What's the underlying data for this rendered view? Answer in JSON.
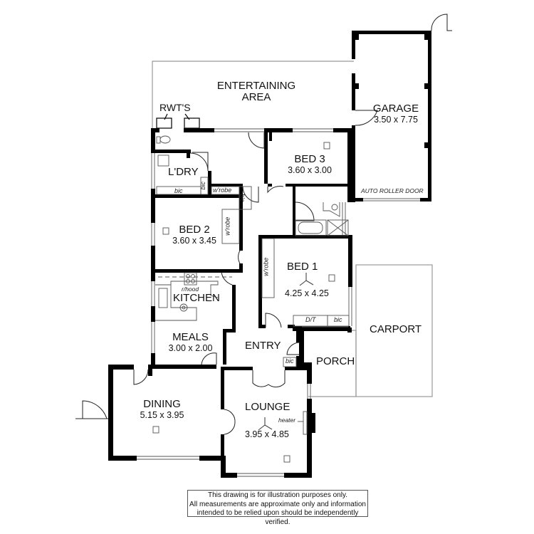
{
  "rooms": {
    "entertaining": {
      "name_line1": "ENTERTAINING",
      "name_line2": "AREA"
    },
    "rwts": {
      "name": "RWT'S"
    },
    "garage": {
      "name": "GARAGE",
      "dims": "3.50 x 7.75"
    },
    "garage_door": {
      "label": "AUTO ROLLER DOOR"
    },
    "laundry": {
      "name": "L'DRY"
    },
    "bed3": {
      "name": "BED 3",
      "dims": "3.60 x 3.00"
    },
    "bed2": {
      "name": "BED 2",
      "dims": "3.60 x 3.45"
    },
    "bed1": {
      "name": "BED 1",
      "dims": "4.25 x 4.25"
    },
    "kitchen": {
      "name": "KITCHEN",
      "rangehood": "r/hood"
    },
    "meals": {
      "name": "MEALS",
      "dims": "3.00 x 2.00"
    },
    "entry": {
      "name": "ENTRY"
    },
    "carport": {
      "name": "CARPORT"
    },
    "porch": {
      "name": "PORCH"
    },
    "dining": {
      "name": "DINING",
      "dims": "5.15 x 3.95"
    },
    "lounge": {
      "name": "LOUNGE",
      "dims": "3.95 x 4.85",
      "heater": "heater"
    }
  },
  "fixtures": {
    "bic": "bic",
    "wrobe": "w'robe",
    "dt": "D/T"
  },
  "disclaimer": {
    "line1": "This drawing is for illustration purposes only.",
    "line2": "All measurements are approximate only and information",
    "line3": "intended to be relied upon should be independently verified."
  },
  "colors": {
    "wall": "#000000",
    "outline": "#888888",
    "background": "#ffffff"
  }
}
